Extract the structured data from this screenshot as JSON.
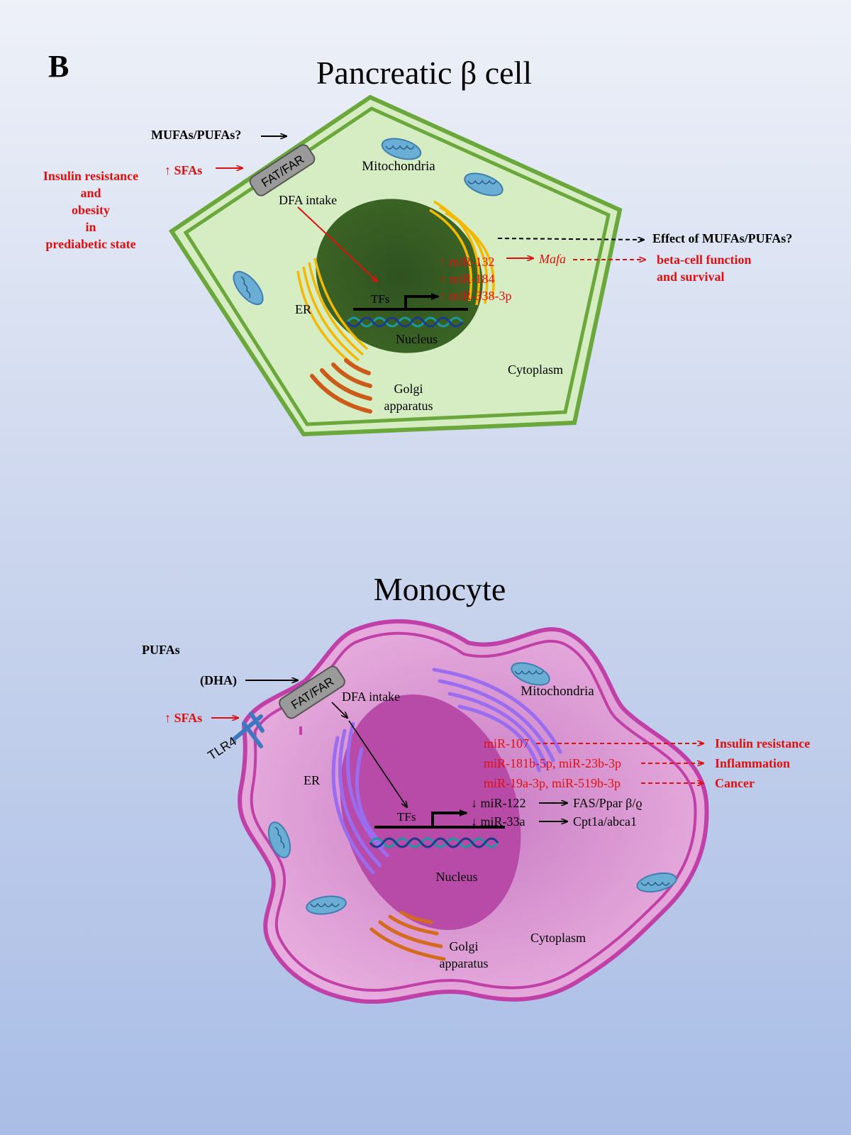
{
  "panel_label": "B",
  "beta_cell": {
    "title": "Pancreatic β cell",
    "mufa_pufa": "MUFAs/PUFAs?",
    "sfas": "↑ SFAs",
    "condition_lines": [
      "Insulin resistance",
      "and",
      "obesity",
      "in",
      "prediabetic state"
    ],
    "transporter": "FAT/FAR",
    "mitochondria": "Mitochondria",
    "dfa_intake": "DFA intake",
    "er": "ER",
    "tfs": "TFs",
    "nucleus": "Nucleus",
    "golgi_lines": [
      "Golgi",
      "apparatus"
    ],
    "cytoplasm": "Cytoplasm",
    "mirnas": [
      "↑ miR-132",
      "↑ miR-184",
      "↑ miR-338-3p"
    ],
    "target": "Mafa",
    "effect_question": "Effect of MUFAs/PUFAs?",
    "outcome_lines": [
      "beta-cell function",
      "and survival"
    ],
    "colors": {
      "membrane": "#6aa83c",
      "cytoplasm": "#d6edc4",
      "nucleus": "#3a5e22",
      "er": "#f5b800",
      "golgi": "#cc5a18",
      "mito": "#6aaed6"
    }
  },
  "monocyte": {
    "title": "Monocyte",
    "pufas": "PUFAs",
    "dha": "(DHA)",
    "sfas": "↑ SFAs",
    "receptor": "TLR4",
    "transporter": "FAT/FAR",
    "dfa_intake": "DFA intake",
    "mitochondria": "Mitochondria",
    "er": "ER",
    "tfs": "TFs",
    "nucleus": "Nucleus",
    "golgi_lines": [
      "Golgi",
      "apparatus"
    ],
    "cytoplasm": "Cytoplasm",
    "up_mirnas": [
      {
        "mirna": "miR-107",
        "outcome": "Insulin resistance"
      },
      {
        "mirna": "miR-181b-5p, miR-23b-3p",
        "outcome": "Inflammation"
      },
      {
        "mirna": "miR-19a-3p, miR-519b-3p",
        "outcome": "Cancer"
      }
    ],
    "down_mirnas": [
      {
        "mirna": "↓ miR-122",
        "target": "FAS/Ppar β/ϱ"
      },
      {
        "mirna": "↓ miR-33a",
        "target": "Cpt1a/abca1"
      }
    ],
    "colors": {
      "membrane": "#c040a8",
      "cytoplasm": "#e6a8d8",
      "nucleus": "#b84aa8",
      "er": "#9a6cf0",
      "golgi": "#d46a1c",
      "mito": "#6aaed6"
    }
  }
}
